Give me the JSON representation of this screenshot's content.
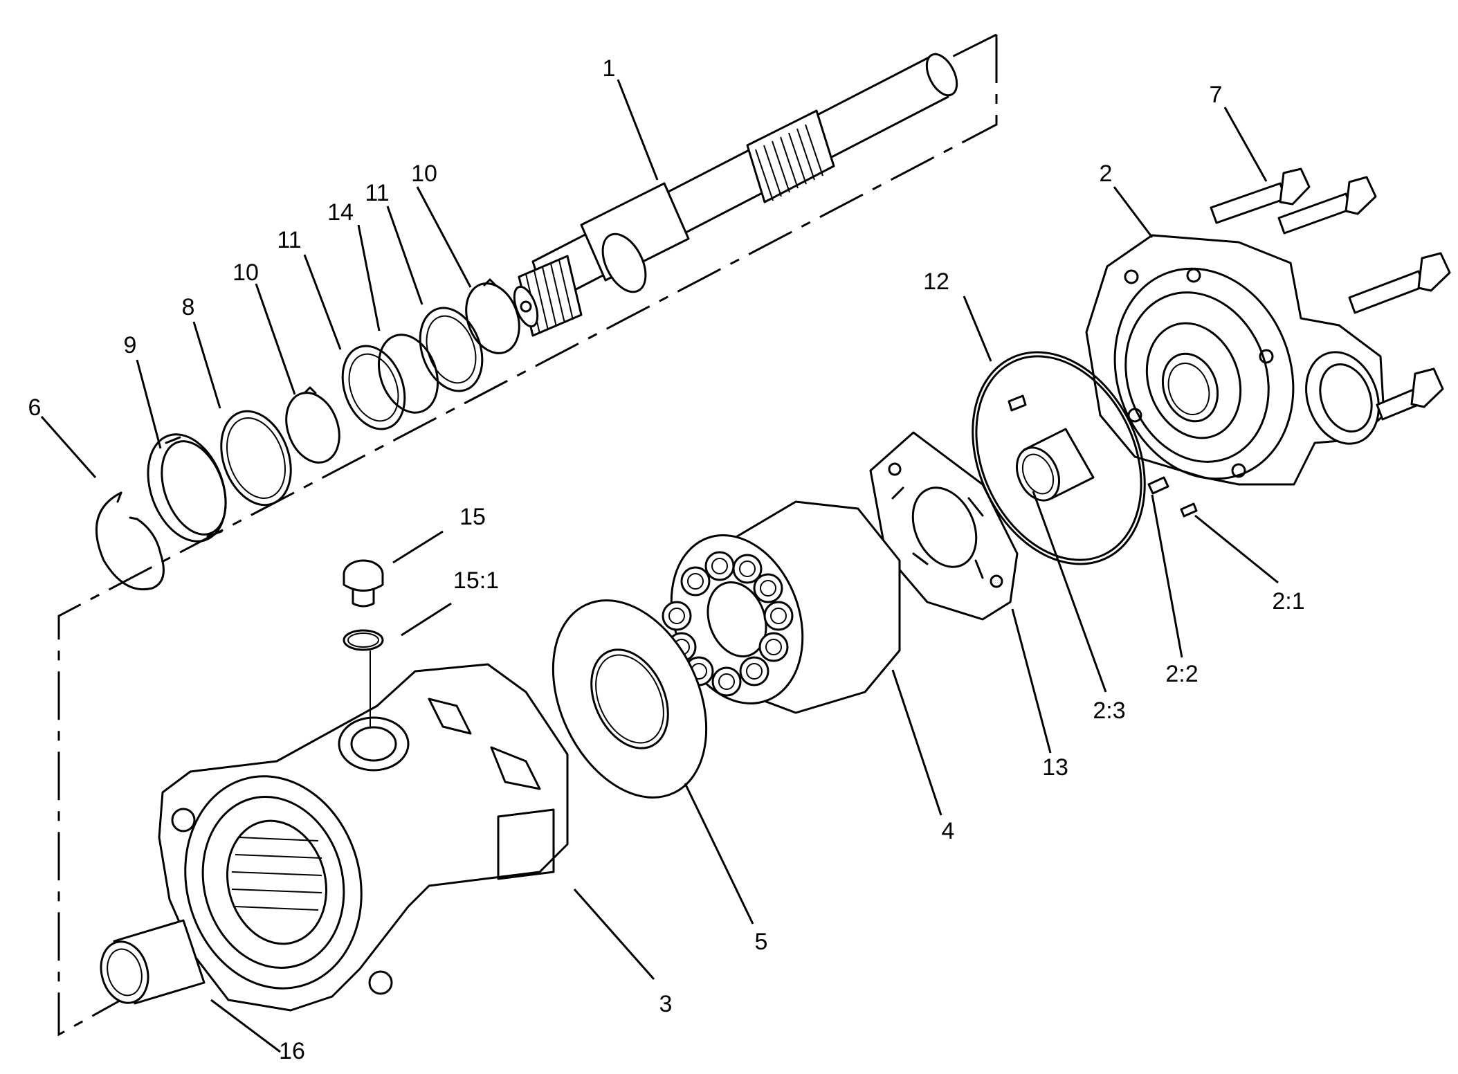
{
  "callouts": {
    "c1": "1",
    "c2": "2",
    "c2_1": "2:1",
    "c2_2": "2:2",
    "c2_3": "2:3",
    "c3": "3",
    "c4": "4",
    "c5": "5",
    "c6": "6",
    "c7": "7",
    "c8": "8",
    "c9": "9",
    "c10a": "10",
    "c10b": "10",
    "c11a": "11",
    "c11b": "11",
    "c12": "12",
    "c13": "13",
    "c14": "14",
    "c15": "15",
    "c15_1": "15:1",
    "c16": "16"
  }
}
